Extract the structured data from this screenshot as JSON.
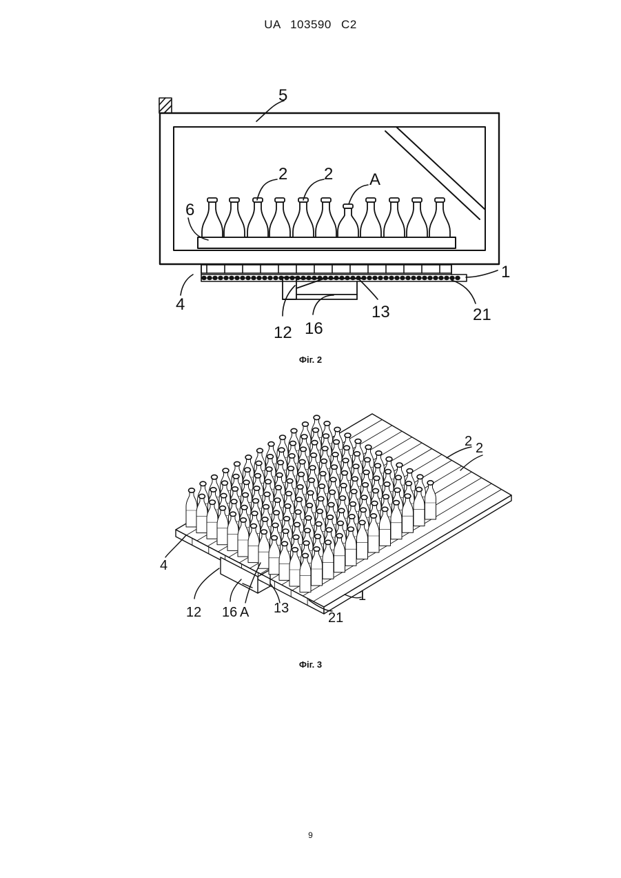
{
  "header": {
    "text": "UA   103590   C2"
  },
  "figure2": {
    "caption": "Фіг. 2",
    "labels": {
      "l5": "5",
      "l2a": "2",
      "l2b": "2",
      "lA": "A",
      "l6": "6",
      "l1": "1",
      "l4": "4",
      "l13": "13",
      "l21": "21",
      "l12": "12",
      "l16": "16"
    }
  },
  "figure3": {
    "caption": "Фіг. 3",
    "labels": {
      "l2a": "2",
      "l2b": "2",
      "l4": "4",
      "l1": "1",
      "l12": "12",
      "l16": "16",
      "lA": "A",
      "l13": "13",
      "l21": "21"
    }
  },
  "page_number": "9"
}
